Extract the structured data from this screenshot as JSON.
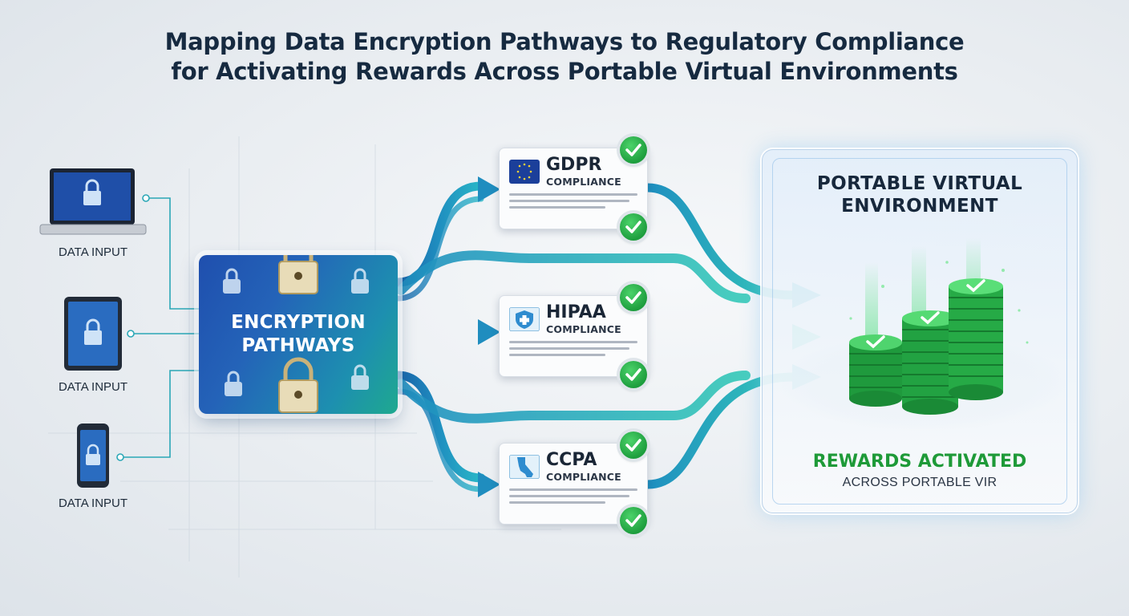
{
  "title": {
    "line1": "Mapping Data Encryption Pathways to Regulatory Compliance",
    "line2": "for Activating Rewards Across Portable Virtual Environments"
  },
  "inputs": [
    {
      "device": "laptop-icon",
      "label": "DATA INPUT"
    },
    {
      "device": "tablet-icon",
      "label": "DATA INPUT"
    },
    {
      "device": "phone-icon",
      "label": "DATA INPUT"
    }
  ],
  "encryption": {
    "line1": "ENCRYPTION",
    "line2": "PATHWAYS"
  },
  "compliance": [
    {
      "name": "GDPR",
      "sub": "COMPLIANCE",
      "icon": "eu-flag-icon"
    },
    {
      "name": "HIPAA",
      "sub": "COMPLIANCE",
      "icon": "medical-shield-icon"
    },
    {
      "name": "CCPA",
      "sub": "COMPLIANCE",
      "icon": "california-map-icon"
    }
  ],
  "environment": {
    "line1": "PORTABLE VIRTUAL",
    "line2": "ENVIRONMENT",
    "rewards": "REWARDS ACTIVATED",
    "across": "ACROSS PORTABLE VIR"
  },
  "colors": {
    "flow_dark": "#1a6fb0",
    "flow_light": "#2ab3c4",
    "rewards_green": "#1e9a38",
    "title": "#162a40"
  }
}
